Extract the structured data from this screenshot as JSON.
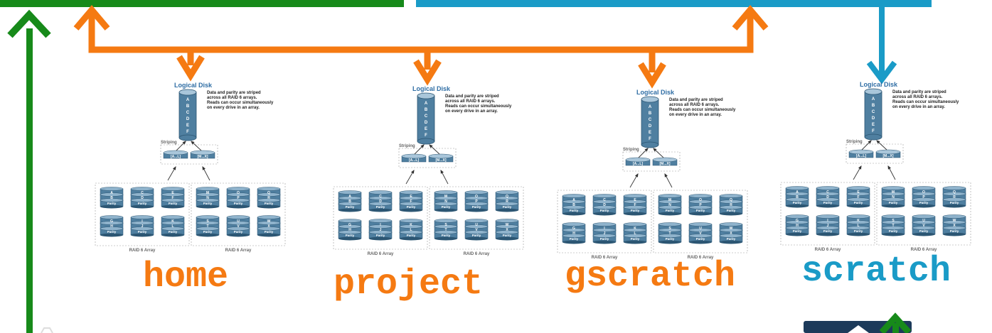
{
  "colors": {
    "green": "#178a1a",
    "orange": "#f57a12",
    "blue": "#1a9bc7",
    "disk_fill": "#4f7fa0",
    "disk_dark": "#2c5673",
    "title_blue": "#2e6da4",
    "navy": "#1c3a5a"
  },
  "filesystems": [
    {
      "name": "home",
      "color": "orange",
      "diagram": {
        "title": "Logical Disk",
        "description": [
          "Data and parity are striped",
          "across all RAID 6 arrays.",
          "Reads can occur simultaneously",
          "on every drive in an array."
        ],
        "disk_letters": [
          "A",
          "B",
          "C",
          "D",
          "E",
          "F"
        ],
        "striping_label": "Striping",
        "stripes": [
          "[A...L]",
          "[M...X]"
        ],
        "array_label": "RAID 6 Array",
        "parity_label": "Parity",
        "groups": [
          [
            [
              "A",
              "B"
            ],
            [
              "C",
              "D"
            ],
            [
              "E",
              "F"
            ],
            [
              "G",
              "H"
            ],
            [
              "I",
              "J"
            ],
            [
              "K",
              "L"
            ]
          ],
          [
            [
              "M",
              "N"
            ],
            [
              "O",
              "P"
            ],
            [
              "Q",
              "R"
            ],
            [
              "S",
              "T"
            ],
            [
              "U",
              "V"
            ],
            [
              "W",
              "X"
            ]
          ]
        ]
      }
    },
    {
      "name": "project",
      "color": "orange",
      "diagram": {
        "title": "Logical Disk",
        "description": [
          "Data and parity are striped",
          "across all RAID 6 arrays.",
          "Reads can occur simultaneously",
          "on every drive in an array."
        ],
        "disk_letters": [
          "A",
          "B",
          "C",
          "D",
          "E",
          "F"
        ],
        "striping_label": "Striping",
        "stripes": [
          "[A...L]",
          "[M...X]"
        ],
        "array_label": "RAID 6 Array",
        "parity_label": "Parity",
        "groups": [
          [
            [
              "A",
              "B"
            ],
            [
              "C",
              "D"
            ],
            [
              "E",
              "F"
            ],
            [
              "G",
              "H"
            ],
            [
              "I",
              "J"
            ],
            [
              "K",
              "L"
            ]
          ],
          [
            [
              "M",
              "N"
            ],
            [
              "O",
              "P"
            ],
            [
              "Q",
              "R"
            ],
            [
              "S",
              "T"
            ],
            [
              "U",
              "V"
            ],
            [
              "W",
              "X"
            ]
          ]
        ]
      }
    },
    {
      "name": "gscratch",
      "color": "orange",
      "diagram": {
        "title": "Logical Disk",
        "description": [
          "Data and parity are striped",
          "across all RAID 6 arrays.",
          "Reads can occur simultaneously",
          "on every drive in an array."
        ],
        "disk_letters": [
          "A",
          "B",
          "C",
          "D",
          "E",
          "F"
        ],
        "striping_label": "Striping",
        "stripes": [
          "[A...L]",
          "[M...X]"
        ],
        "array_label": "RAID 6 Array",
        "parity_label": "Parity",
        "groups": [
          [
            [
              "A",
              "B"
            ],
            [
              "C",
              "D"
            ],
            [
              "E",
              "F"
            ],
            [
              "G",
              "H"
            ],
            [
              "I",
              "J"
            ],
            [
              "K",
              "L"
            ]
          ],
          [
            [
              "M",
              "N"
            ],
            [
              "O",
              "P"
            ],
            [
              "Q",
              "R"
            ],
            [
              "S",
              "T"
            ],
            [
              "U",
              "V"
            ],
            [
              "W",
              "X"
            ]
          ]
        ]
      }
    },
    {
      "name": "scratch",
      "color": "blue",
      "diagram": {
        "title": "Logical Disk",
        "description": [
          "Data and parity are striped",
          "across all RAID 6 arrays.",
          "Reads can occur simultaneously",
          "on every drive in an array."
        ],
        "disk_letters": [
          "A",
          "B",
          "C",
          "D",
          "E",
          "F"
        ],
        "striping_label": "Striping",
        "stripes": [
          "[A...L]",
          "[M...X]"
        ],
        "array_label": "RAID 6 Array",
        "parity_label": "Parity",
        "groups": [
          [
            [
              "A",
              "B"
            ],
            [
              "C",
              "D"
            ],
            [
              "E",
              "F"
            ],
            [
              "G",
              "H"
            ],
            [
              "I",
              "J"
            ],
            [
              "K",
              "L"
            ]
          ],
          [
            [
              "M",
              "N"
            ],
            [
              "O",
              "P"
            ],
            [
              "Q",
              "R"
            ],
            [
              "S",
              "T"
            ],
            [
              "U",
              "V"
            ],
            [
              "W",
              "X"
            ]
          ]
        ]
      }
    }
  ]
}
